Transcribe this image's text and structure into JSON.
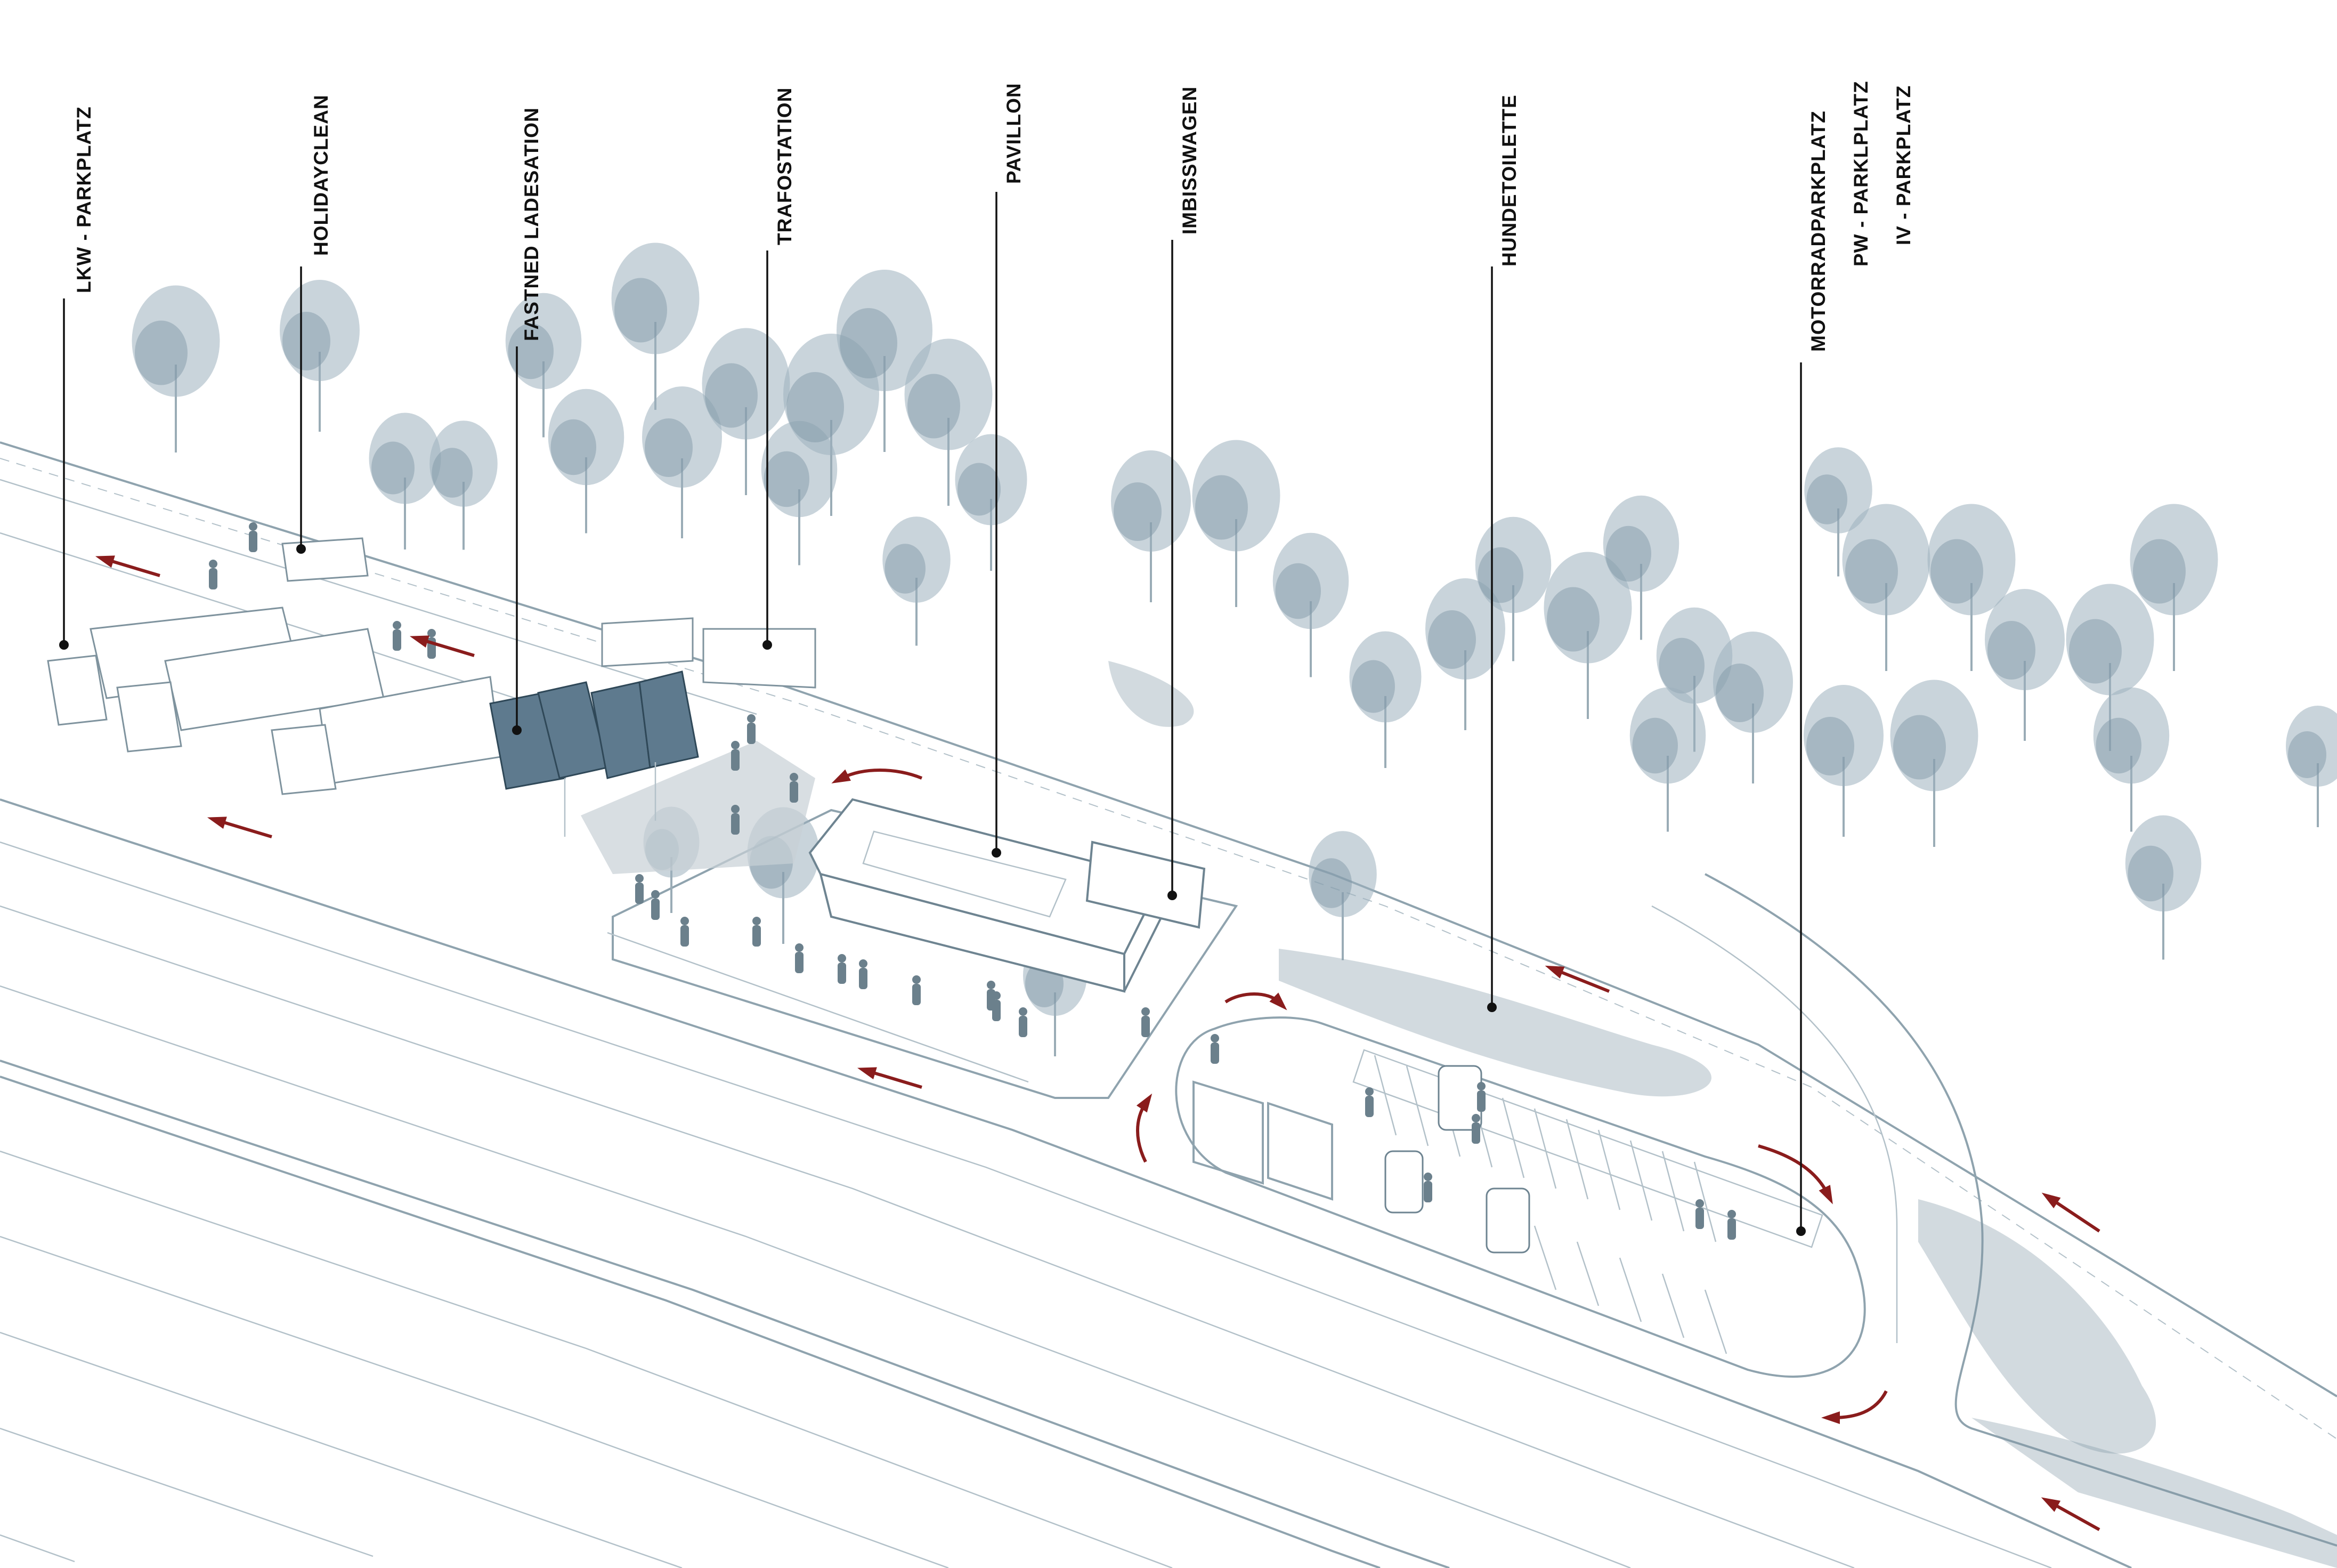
{
  "labels": [
    {
      "id": "lkw",
      "text": "LKW - PARKPLATZ"
    },
    {
      "id": "holidayclean",
      "text": "HOLIDAYCLEAN"
    },
    {
      "id": "fastned",
      "text": "FASTNED LADESATION"
    },
    {
      "id": "trafostation",
      "text": "TRAFOSTATION"
    },
    {
      "id": "pavillon",
      "text": "PAVILLON"
    },
    {
      "id": "imbisswagen",
      "text": "IMBISSWAGEN"
    },
    {
      "id": "hundetoilette",
      "text": "HUNDETOILETTE"
    },
    {
      "id": "motorrad",
      "text": "MOTORRADPARKPLATZ"
    },
    {
      "id": "pw",
      "text": "PW - PARKLPLATZ"
    },
    {
      "id": "iv",
      "text": "IV - PARKPLATZ"
    }
  ],
  "colors": {
    "label_text": "#111111",
    "leader_line": "#111111",
    "traffic_arrow": "#8a1c1c",
    "linework": "#8fa3ae",
    "vegetation": "#7d95a3",
    "solar_roof": "#5e7a8e"
  },
  "icons": [
    "traffic-direction-arrow",
    "curved-traffic-arrow",
    "tree-icon",
    "person-icon",
    "truck-icon",
    "car-icon"
  ]
}
